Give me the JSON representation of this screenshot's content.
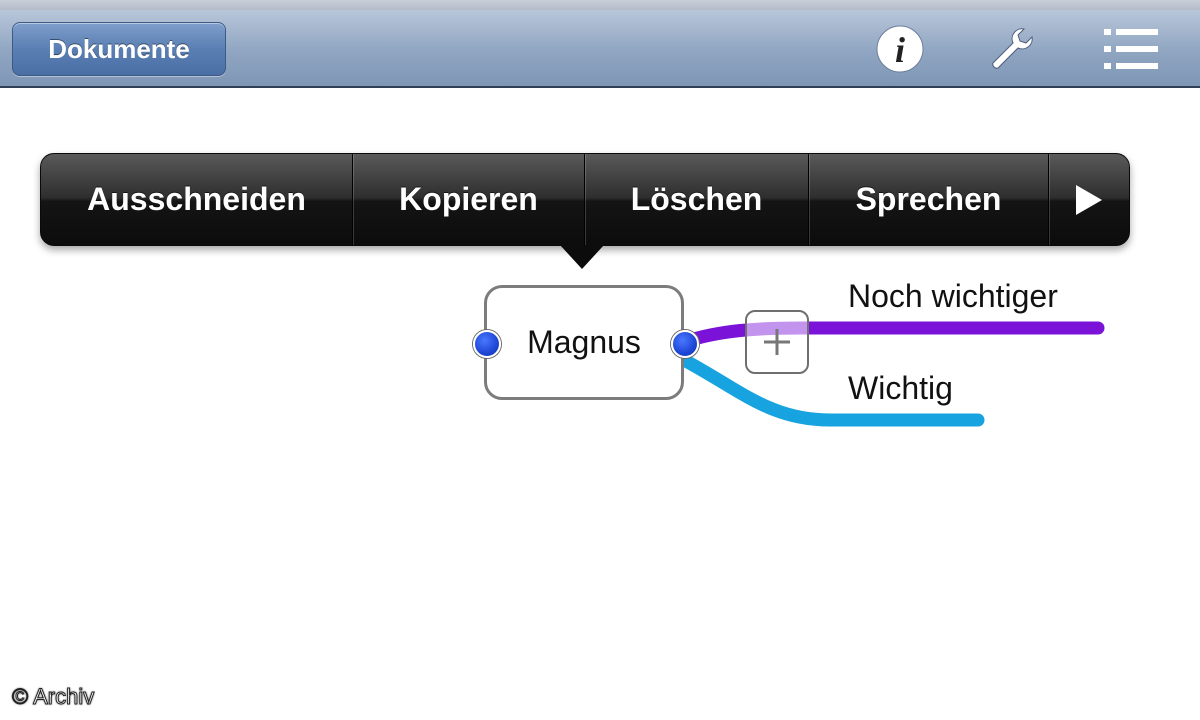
{
  "navbar": {
    "documents_label": "Dokumente",
    "icons": [
      "info-icon",
      "wrench-icon",
      "list-icon"
    ]
  },
  "edit_menu": {
    "items": [
      "Ausschneiden",
      "Kopieren",
      "Löschen",
      "Sprechen"
    ],
    "more_icon": "play-arrow-icon"
  },
  "mindmap": {
    "central_node": "Magnus",
    "branches": [
      {
        "label": "Noch wichtiger",
        "color": "#7a12d8"
      },
      {
        "label": "Wichtig",
        "color": "#16a3e0"
      }
    ],
    "add_button_icon": "plus-icon"
  },
  "watermark": "© Archiv",
  "colors": {
    "navbar_bg": "#8fa5c1",
    "button_bg": "#5a7fb3",
    "handle": "#1e46d6"
  }
}
